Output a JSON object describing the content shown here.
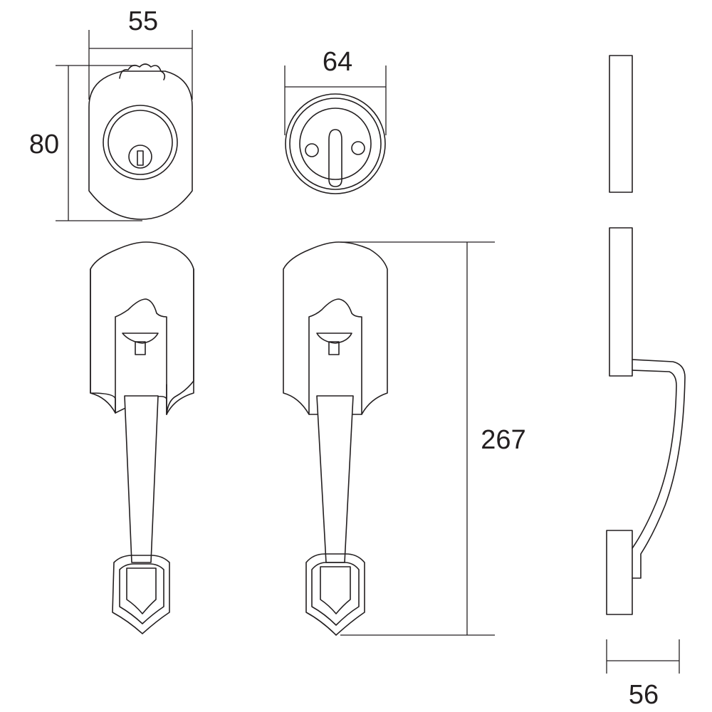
{
  "colors": {
    "line": "#231f20",
    "background": "#ffffff"
  },
  "dimensions": {
    "exterior_width": "55",
    "exterior_height": "80",
    "interior_width": "64",
    "handle_height": "267",
    "side_projection": "56"
  }
}
